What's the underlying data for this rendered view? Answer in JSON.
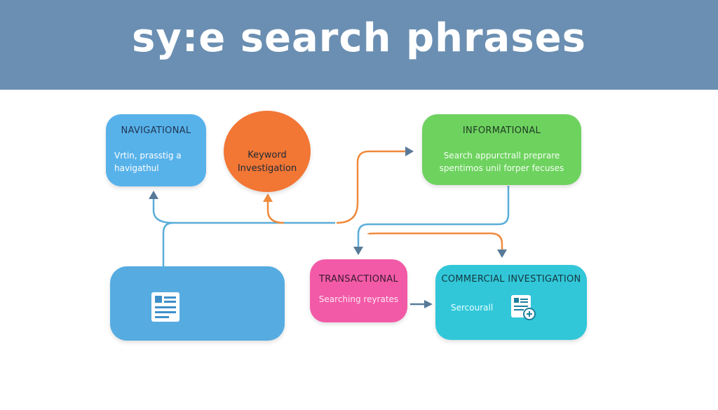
{
  "header": {
    "title": "sy:e search phrases"
  },
  "nodes": {
    "navigational": {
      "title": "NAVIGATIONAL",
      "desc_line1": "Vrtin, prasstig a",
      "desc_line2": "havigathul"
    },
    "keyword": {
      "label_line1": "Keyword",
      "label_line2": "Investigation"
    },
    "informational": {
      "title": "INFORMATIONAL",
      "desc_line1": "Search appurctrall preprare",
      "desc_line2": "spentimos unil forper fecuses"
    },
    "transactional": {
      "title": "TRANSACTIONAL",
      "desc": "Searching reyrates"
    },
    "commercial": {
      "title": "COMMERCIAL INVESTIGATION",
      "desc": "Sercourall"
    }
  },
  "icons": {
    "blank_node_icon": "document-icon",
    "commercial_icon": "document-add-icon"
  },
  "colors": {
    "header": "#6b8fb2",
    "navigational": "#58b2ea",
    "keyword": "#f27634",
    "informational": "#6ed25f",
    "transactional": "#f25aa7",
    "commercial": "#31c7d9",
    "blank_node": "#56ace0",
    "connector_blue": "#5aaed8",
    "connector_orange": "#f08a3c",
    "connector_slate": "#587a99"
  }
}
